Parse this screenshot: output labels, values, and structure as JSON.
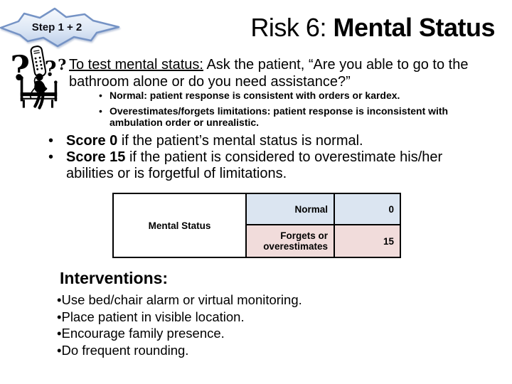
{
  "slide": {
    "banner": {
      "label": "Step 1 + 2"
    },
    "title": {
      "prefix": "Risk 6: ",
      "emphasis": "Mental Status"
    },
    "bullet_char": "•",
    "intro": {
      "underlined": "To test mental status:",
      "rest": " Ask the patient, “Are you able to go to the bathroom alone or do you need assistance?”"
    },
    "sub_bullets": [
      {
        "text": "Normal: patient response is consistent with orders or kardex."
      },
      {
        "text": "Overestimates/forgets limitations: patient response is inconsistent with ambulation order or unrealistic."
      }
    ],
    "score_bullets": [
      {
        "lead": "Score 0",
        "text": " if the patient’s mental status is normal."
      },
      {
        "lead": "Score 15",
        "text": " if the patient is considered to overestimate his/her abilities or is forgetful of limitations."
      }
    ],
    "table": {
      "row_header": "Mental Status",
      "rows": [
        {
          "label": "Normal",
          "score": "0"
        },
        {
          "label": "Forgets or overestimates",
          "score": "15"
        }
      ]
    },
    "interventions": {
      "heading": "Interventions:",
      "items": [
        "Use bed/chair alarm or virtual monitoring.",
        "Place patient in visible location.",
        "Encourage family presence.",
        "Do frequent rounding."
      ]
    },
    "clipart": {
      "name": "confused-patient-on-bed-with-call-button"
    }
  },
  "colors": {
    "banner_border": "#7593c5",
    "banner_fill_top": "#f6f9fd",
    "banner_fill_bottom": "#bccee9",
    "table_row_normal_bg": "#dbe5f1",
    "table_row_forgets_bg": "#f1dcdb",
    "text": "#000000",
    "background": "#ffffff"
  }
}
